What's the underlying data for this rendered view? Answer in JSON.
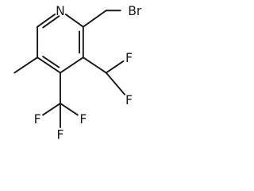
{
  "molecule": {
    "atoms": {
      "n_ring": "N",
      "br": "Br",
      "f_chf2_top": "F",
      "f_chf2_bottom": "F",
      "f_cf3_left": "F",
      "f_cf3_mid": "F",
      "f_cf3_right": "F"
    },
    "bond_color": "#1a1a1a",
    "label_color": "#1a1a1a"
  }
}
